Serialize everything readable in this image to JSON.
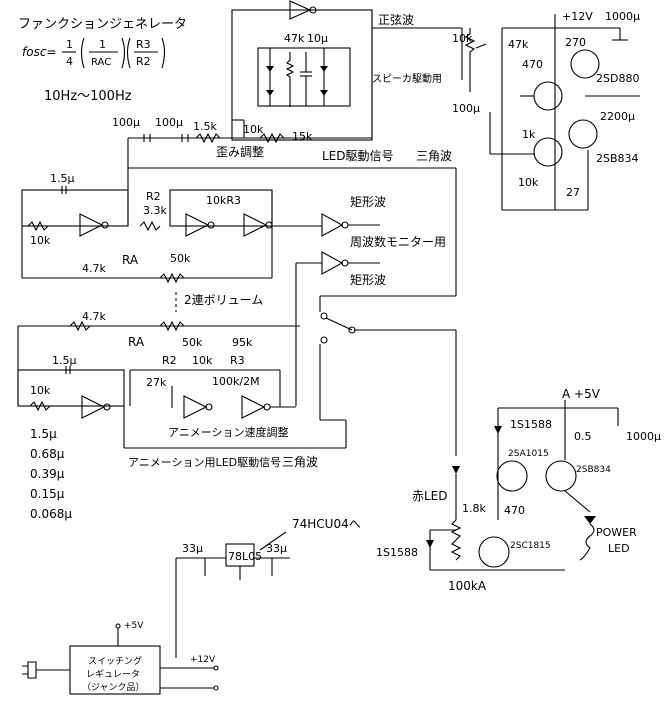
{
  "title": "ファンクションジェネレータ",
  "formula": {
    "lhs": "fosc=",
    "quarter_num": "1",
    "quarter_den": "4",
    "rc_num": "1",
    "rc_den": "RAC",
    "r_num": "R3",
    "r_den": "R2"
  },
  "range": "10Hz～100Hz",
  "sections": {
    "sine": "正弦波",
    "speaker": "スピーカ駆動用",
    "distortion": "歪み調整",
    "led_signal": "LED駆動信号",
    "triangle": "三角波",
    "square1": "矩形波",
    "freq_monitor": "周波数モニター用",
    "square2": "矩形波",
    "dual_pot": "2連ボリューム",
    "anim_speed": "アニメーション速度調整",
    "anim_led": "アニメーション用LED駆動信号",
    "triangle2": "三角波",
    "red_led": "赤LED",
    "power_led1": "POWER",
    "power_led2": "LED",
    "to_hc": "74HCU04へ",
    "sw_reg1": "スイッチング",
    "sw_reg2": "レギュレータ",
    "sw_reg3": "（ジャンク品）",
    "plus5_a": "A +5V",
    "plus5_b": "+5V",
    "plus12_a": "+12V",
    "plus12_b": "+12V"
  },
  "components": {
    "c_1000u_a": "1000μ",
    "c_100u_out": "100μ",
    "c_2200u": "2200μ",
    "r_10k_pot": "10k",
    "r_47k": "47k",
    "r_470": "470",
    "r_270": "270",
    "r_1k": "1k",
    "r_10k_b": "10k",
    "r_27": "27",
    "q_2sd880": "2SD880",
    "q_2sb834": "2SB834",
    "r_47k_sp": "47k",
    "c_10u_sp": "10μ",
    "c_100u_a": "100μ",
    "c_100u_b": "100μ",
    "r_1_5k": "1.5k",
    "r_10k_c": "10k",
    "r_15k": "15k",
    "c_1_5u_a": "1.5μ",
    "r_10k_d": "10k",
    "r2_a": "R2",
    "r2_a_val": "3.3k",
    "r3_a": "10kR3",
    "r_4_7k_a": "4.7k",
    "ra_a": "RA",
    "pot_50k_a": "50k",
    "r_4_7k_b": "4.7k",
    "ra_b": "RA",
    "pot_50k_b": "50k",
    "r_95k": "95k",
    "c_1_5u_b": "1.5μ",
    "r_10k_e": "10k",
    "r2_b": "R2",
    "r2_b_val": "27k",
    "r_10k_f": "10k",
    "r3_b": "R3",
    "r3_b_val": "100k/2M",
    "d_1s1588_a": "1S1588",
    "r_0_5": "0.5",
    "c_1000u_b": "1000μ",
    "q_2sa1015": "2SA1015",
    "q_2sb834_b": "2SB834",
    "r_1_8k": "1.8k",
    "r_470_b": "470",
    "q_2sc1815": "2SC1815",
    "d_1s1588_b": "1S1588",
    "pot_100ka": "100kA",
    "c_33u_a": "33μ",
    "reg_78l05": "78L05",
    "c_33u_b": "33μ"
  },
  "cap_values": [
    "1.5μ",
    "0.68μ",
    "0.39μ",
    "0.15μ",
    "0.068μ"
  ]
}
